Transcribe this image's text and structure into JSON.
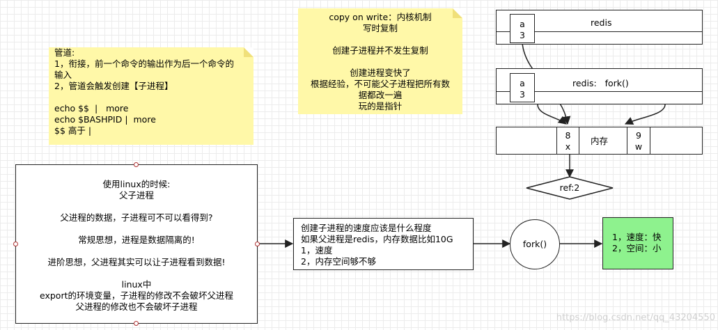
{
  "pipe_note": {
    "lines": [
      "管道:",
      "1，衔接，前一个命令的输出作为后一个命令的",
      "输入",
      "2，管道会触发创建【子进程】",
      "",
      "echo $$  |   more",
      "echo $BASHPID |  more",
      "$$ 高于 |"
    ]
  },
  "cow_note": {
    "lines": [
      "copy on write：内核机制",
      "写时复制",
      "",
      "创建子进程并不发生复制",
      "",
      "创建进程变快了",
      "根据经验，不可能父子进程把所有数",
      "据都改一遍",
      "玩的是指针"
    ]
  },
  "linux_box": {
    "lines": [
      "使用linux的时候:",
      "父子进程",
      "",
      "父进程的数据，子进程可不可以看得到?",
      "",
      "常规思想，进程是数据隔离的!",
      "",
      "进阶思想，父进程其实可以让子进程看到数据!",
      "",
      "linux中",
      "export的环境变量，子进程的修改不会破坏父进程",
      "父进程的修改也不会破坏子进程"
    ]
  },
  "speed_box": {
    "lines": [
      "创建子进程的速度应该是什么程度",
      "如果父进程是redis，内存数据比如10G",
      "1，速度",
      "2，内存空间够不够"
    ]
  },
  "fork_circle": {
    "label": "fork()"
  },
  "result_box": {
    "lines": [
      "1，速度：快",
      "2，空间：小"
    ]
  },
  "redis1": {
    "label": "redis",
    "var_name": "a",
    "var_value": "3"
  },
  "redis2": {
    "label": "redis:   fork()",
    "var_name": "a",
    "var_value": "3"
  },
  "memory": {
    "label": "内存",
    "left_cell": {
      "num": "8",
      "var": "x"
    },
    "right_cell": {
      "num": "9",
      "var": "w"
    }
  },
  "ref_diamond": {
    "label": "ref:2"
  },
  "watermark": "https://blog.csdn.net/qq_43204550",
  "colors": {
    "note_bg": "#fff8a8",
    "result_bg": "#8ef28e",
    "handle": "#b03030"
  }
}
